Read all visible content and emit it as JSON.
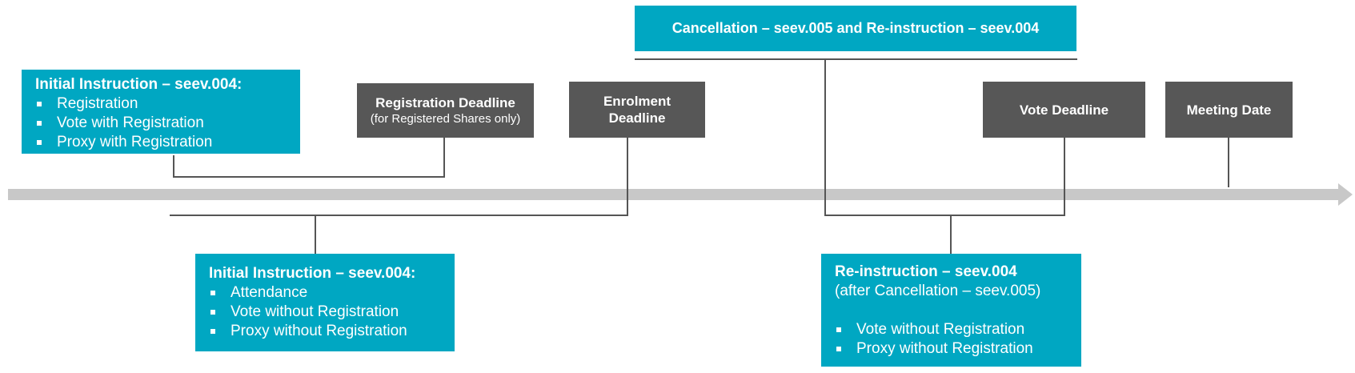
{
  "cancellation_box": {
    "title": "Cancellation – seev.005 and Re-instruction – seev.004"
  },
  "initial_top_box": {
    "title": "Initial Instruction – seev.004:",
    "items": [
      "Registration",
      "Vote with Registration",
      "Proxy with Registration"
    ]
  },
  "registration_deadline_box": {
    "title": "Registration Deadline",
    "subtitle": "(for Registered Shares only)"
  },
  "enrolment_deadline_box": {
    "title": "Enrolment Deadline"
  },
  "vote_deadline_box": {
    "title": "Vote Deadline"
  },
  "meeting_date_box": {
    "title": "Meeting Date"
  },
  "initial_bottom_box": {
    "title": "Initial Instruction – seev.004:",
    "items": [
      "Attendance",
      "Vote without Registration",
      "Proxy without Registration"
    ]
  },
  "reinstruction_box": {
    "title": "Re-instruction – seev.004",
    "subtitle": "(after Cancellation – seev.005)",
    "items": [
      "Vote without Registration",
      "Proxy without Registration"
    ]
  },
  "colors": {
    "teal": "#00a7c2",
    "grey_box": "#575757",
    "timeline": "#c8c8c8",
    "connector": "#555555"
  }
}
